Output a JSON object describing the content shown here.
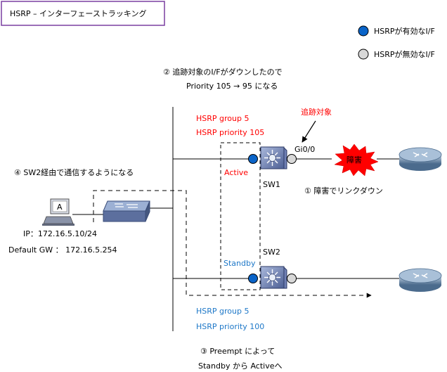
{
  "title": "HSRP – インターフェーストラッキング",
  "legend": {
    "enabled_label": "HSRPが有効なI/F",
    "disabled_label": "HSRPが無効なI/F",
    "enabled_color": "#0a64c8",
    "disabled_color": "#d8d8d8"
  },
  "step2": {
    "line1": "② 追跡対象のI/Fがダウンしたので",
    "line2": "Priority 105 → 95 になる"
  },
  "sw1": {
    "label": "SW1",
    "group": "HSRP group 5",
    "priority": "HSRP priority 105",
    "state": "Active",
    "port": "Gi0/0",
    "track_label": "追跡対象",
    "fault_label": "障害",
    "group_color": "#ff0000"
  },
  "step1": {
    "text": "① 障害でリンクダウン"
  },
  "step4": {
    "text": "④ SW2経由で通信するようになる"
  },
  "host": {
    "screen_label": "A",
    "ip": "IP：172.16.5.10/24",
    "gateway": "Default GW ： 172.16.5.254"
  },
  "sw2": {
    "label": "SW2",
    "state": "Standby",
    "group": "HSRP group 5",
    "priority": "HSRP priority 100",
    "group_color": "#1e78c8"
  },
  "step3": {
    "line1": "③ Preempt によって",
    "line2": "Standby から Activeへ"
  }
}
